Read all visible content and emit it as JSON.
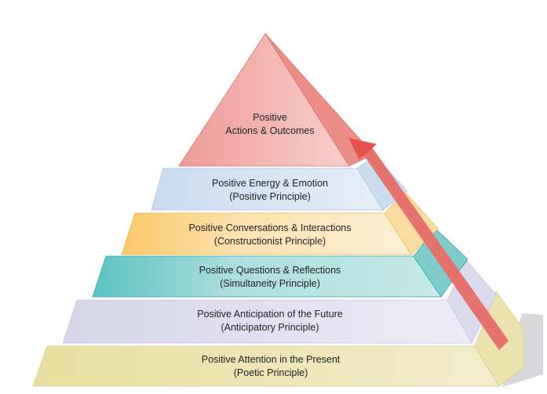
{
  "title": "Appreciative pyramid",
  "colors": {
    "top": "#f2a9a4",
    "energy": "#d9e6f4",
    "conversations": "#fde3b0",
    "questions": "#a9dcdc",
    "anticipation": "#e6e4f2",
    "attention": "#efe7b8",
    "arrow": "#e56a63"
  },
  "levels": [
    {
      "line1": "Positive",
      "line2": "Actions & Outcomes"
    },
    {
      "line1": "Positive Energy & Emotion",
      "line2": "(Positive Principle)"
    },
    {
      "line1": "Positive Conversations & Interactions",
      "line2": "(Constructionist Principle)"
    },
    {
      "line1": "Positive Questions & Reflections",
      "line2": "(Simultaneity Principle)"
    },
    {
      "line1": "Positive Anticipation of the Future",
      "line2": "(Anticipatory Principle)"
    },
    {
      "line1": "Positive Attention in the Present",
      "line2": "(Poetic Principle)"
    }
  ]
}
